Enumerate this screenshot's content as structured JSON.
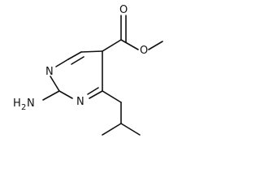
{
  "molecule": {
    "atoms": {
      "n_top": "N",
      "n_bottom": "N",
      "o_carbonyl": "O",
      "o_ester": "O",
      "amine_h": "H",
      "amine_sub": "2",
      "amine_n": "N"
    }
  }
}
